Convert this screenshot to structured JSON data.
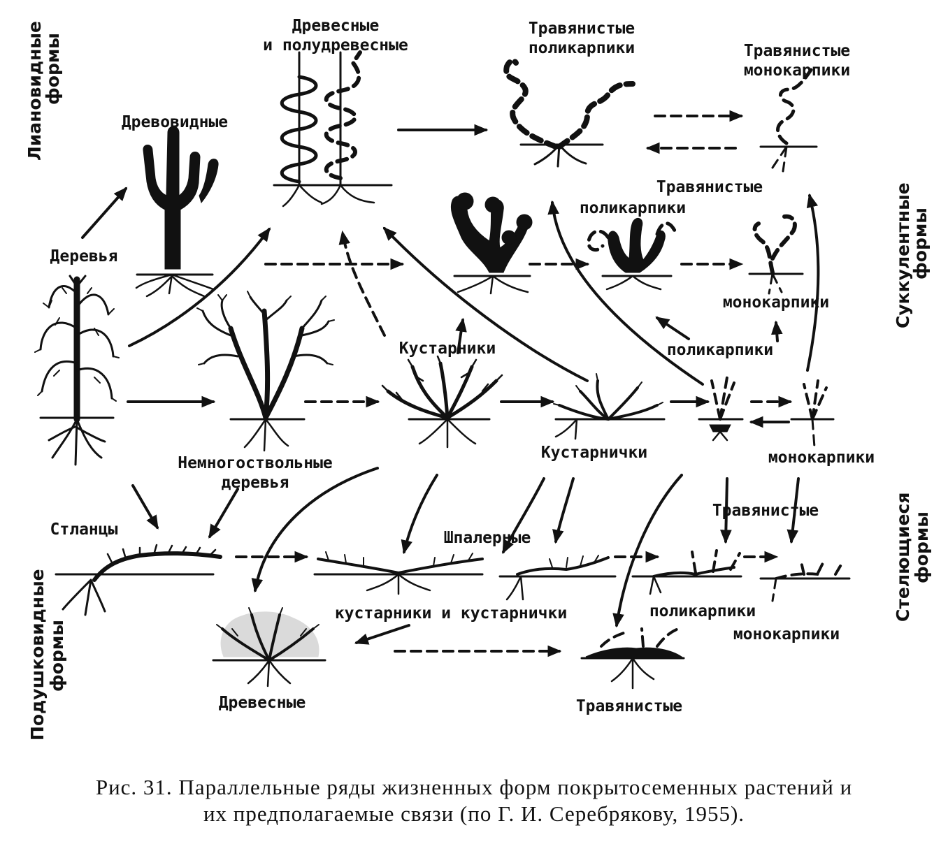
{
  "labels": {
    "drevesnye_i_poludrevesnye_1": "Древесные",
    "drevesnye_i_poludrevesnye_2": "и полудревесные",
    "travyanistye_polikarpiki_top_1": "Травянистые",
    "travyanistye_polikarpiki_top_2": "поликарпики",
    "travyanistye_monokarpiki_top_1": "Травянистые",
    "travyanistye_monokarpiki_top_2": "монокарпики",
    "drevovidnye": "Древовидные",
    "derevya": "Деревья",
    "travyanistye_mid": "Травянистые",
    "polikarpiki_mid": "поликарпики",
    "monokarpiki_mid": "монокарпики",
    "polikarpiki_low": "поликарпики",
    "kustarniki": "Кустарники",
    "kustarnichki": "Кустарнички",
    "monokarpiki_low": "монокарпики",
    "nemnogostvolnye_1": "Немногоствольные",
    "nemnogostvolnye_2": "деревья",
    "stlantsy": "Стланцы",
    "shpalernye": "Шпалерные",
    "travyanistye_row": "Травянистые",
    "kustarniki_i_kustarnichki": "кустарники и кустарнички",
    "polikarpiki_bottom": "поликарпики",
    "monokarpiki_bottom": "монокарпики",
    "drevesnye_bottom": "Древесные",
    "travyanistye_bottom": "Травянистые"
  },
  "side_labels": {
    "lianovidnye_1": "Лиановидные",
    "lianovidnye_2": "формы",
    "sukkulentnye_1": "Суккулентные",
    "sukkulentnye_2": "формы",
    "stelyushchiesya_1": "Стелющиеся",
    "stelyushchiesya_2": "формы",
    "podushkovidnye_1": "Подушковидные",
    "podushkovidnye_2": "формы"
  },
  "caption": {
    "line1": "Рис. 31. Параллельные ряды жизненных форм покрытосеменных растений и",
    "line2": "их предполагаемые связи (по Г. И. Серебрякову, 1955)."
  }
}
